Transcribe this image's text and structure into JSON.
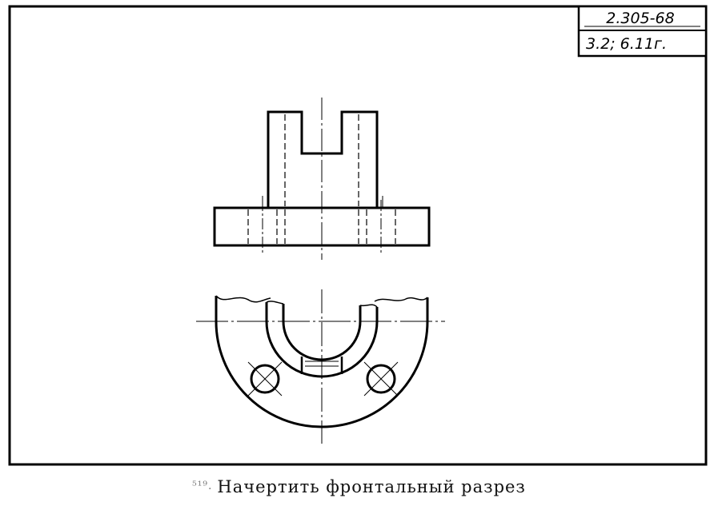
{
  "stamp": {
    "standard": "2.305-68",
    "reference": "3.2; 6.11г."
  },
  "caption": {
    "number": "⁵¹⁹.",
    "text": "Начертить фронтальный разрез"
  }
}
